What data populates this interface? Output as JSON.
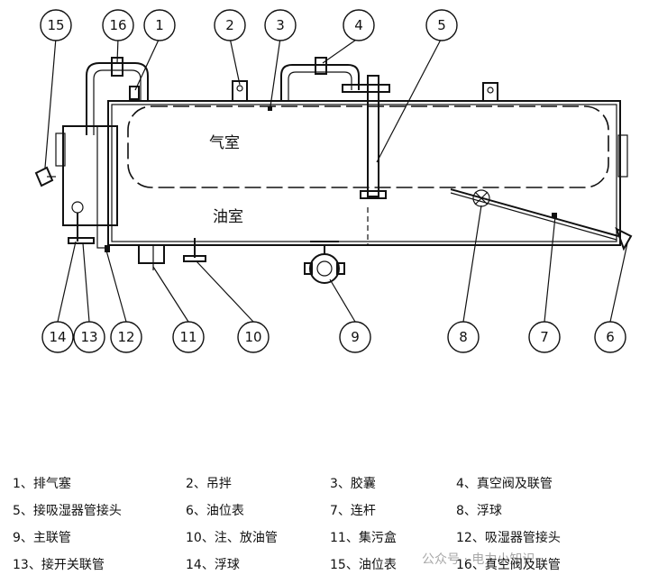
{
  "diagram": {
    "rooms": {
      "gas_chamber": "气室",
      "oil_chamber": "油室"
    },
    "callouts": [
      "15",
      "16",
      "1",
      "2",
      "3",
      "4",
      "5",
      "14",
      "13",
      "12",
      "11",
      "10",
      "9",
      "8",
      "7",
      "6"
    ]
  },
  "legend": {
    "items": [
      "1、排气塞",
      "2、吊拌",
      "3、胶囊",
      "4、真空阀及联管",
      "5、接吸湿器管接头",
      "6、油位表",
      "7、连杆",
      "8、浮球",
      "9、主联管",
      "10、注、放油管",
      "11、集污盒",
      "12、吸湿器管接头",
      "13、接开关联管",
      "14、浮球",
      "15、油位表",
      "16、真空阀及联管"
    ]
  },
  "watermark": "公众号 · 电力小知识"
}
